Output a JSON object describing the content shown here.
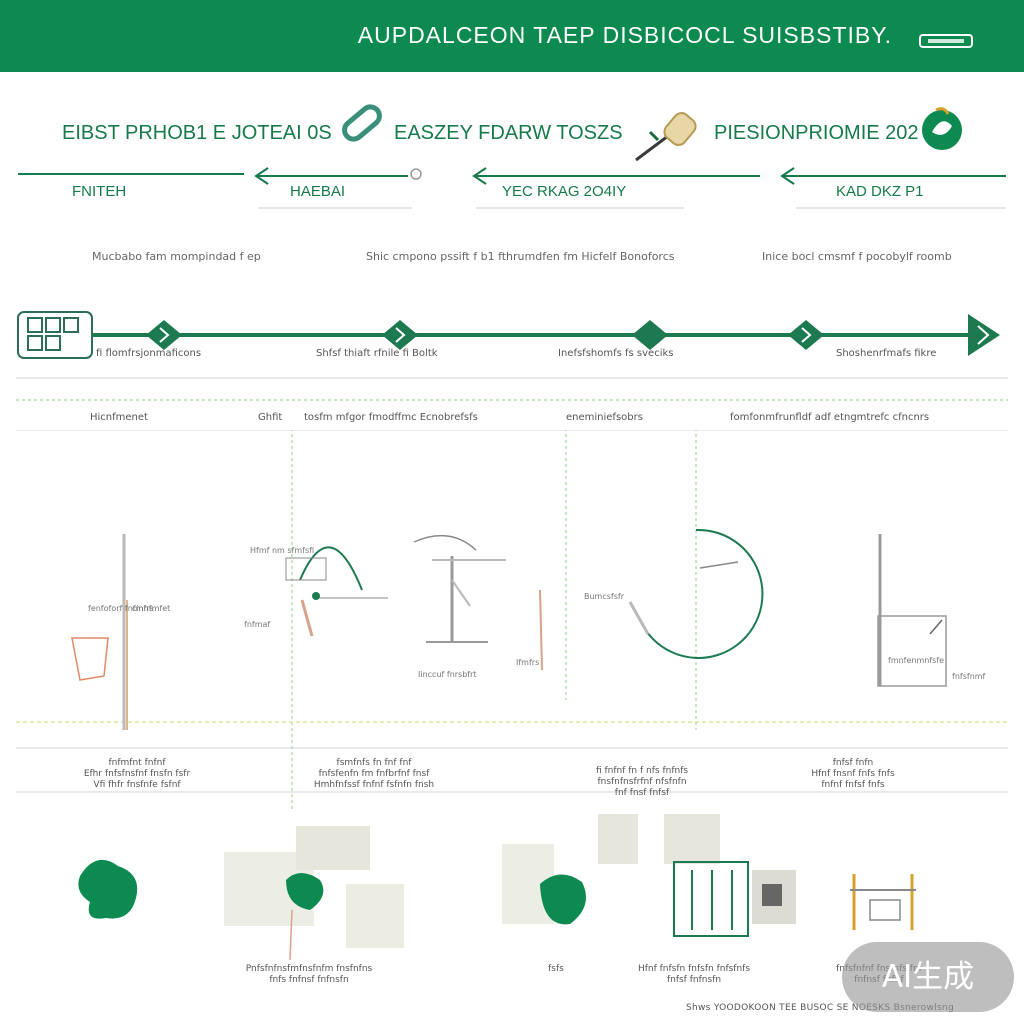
{
  "header": {
    "title": "AUPDALCEON  TAEP  DISBICOCL  SUISBSTIBY.",
    "accent_color": "#0d8a4f"
  },
  "phases": [
    {
      "title": "EIBST PRHOB1  E JOTEAI 0S",
      "subtitle": "FNITEH",
      "icon": "clip-icon"
    },
    {
      "title": "EASZEY  FDARW TOSZS",
      "subtitle": "HAEBAI",
      "icon": "brush-icon"
    },
    {
      "title": "PIESIONPRIOMIE 202",
      "subtitle": "YEC RKAG 2O4IY",
      "icon": ""
    },
    {
      "title": "",
      "subtitle": "KAD DKZ P1",
      "icon": "globe-leaf-icon"
    }
  ],
  "descriptions": [
    "Mucbabo fam mompindad f ep",
    "Shic cmpono pssift f b1 fthrumdfen fm Hicfelf Bonoforcs",
    "Inice bocl cmsmf f pocobylf roomb"
  ],
  "timeline": {
    "node_labels": [
      "fi flomfrsjonmaficons",
      "Shfsf thiaft rfnile fi Boltk",
      "Inefsfshomfs fs sveciks",
      "Shoshenrfmafs fikre"
    ]
  },
  "row_labels": [
    "Hicnfmenet",
    "Ghfit",
    "tosfm mfgor fmodffmc Ecnobrefsfs",
    "eneminiefsobrs",
    "fomfonmfrunfldf adf etngmtrefc cfncnrs"
  ],
  "side_labels": [
    "fenfoforf fnfmfrs",
    "cinhfmfet",
    "Hfmf nm sfmfsfi",
    "fnfmaf",
    "Iinccuf fnrsbfrt",
    "Ifmfrs",
    "Bumcsfsfr",
    "fmnfenmnfsfe",
    "fnfsfnmf"
  ],
  "block_texts": [
    [
      "fnfmfnt fnfnf",
      "Efhr fnfsfnsfnf fnsfn fsfr",
      "Vfi fhfr fnsfnfe fsfnf"
    ],
    [
      "fsmfnfs fn fnf fnf",
      "fnfsfenfn fm fnfbrfnf fnsf",
      "Hmhfnfssf fnfnf fsfnfn fnsh"
    ],
    [
      "fi fnfnf fn f nfs fnfnfs",
      "fnsfnfnsfrfnf nfsfnfn",
      "fnf fnsf fnfsf"
    ],
    [
      "fnfsf fnfn",
      "Hfnf fnsnf fnfs fnfs",
      "fnfnf fnfsf fnfs"
    ]
  ],
  "bottom_labels": [
    [
      "Pnfsfnfnsfmfnsfnfm fnsfnfns",
      "fnfs fnfnsf fnfnsfn"
    ],
    [
      "fsfs"
    ],
    [
      "Hfnf fnfsfn fnfsfn fnfsfnfs",
      "fnfsf fnfnsfn"
    ],
    [
      "fnfsfnfnf fnsfnfs fnf",
      "fnfnsf fnfnf"
    ]
  ],
  "footer": {
    "text": "Shws  YOODOKOON TEE BUSOC  SE NOESKS Bsnerowlsng"
  },
  "badge": {
    "text": "AI生成"
  }
}
